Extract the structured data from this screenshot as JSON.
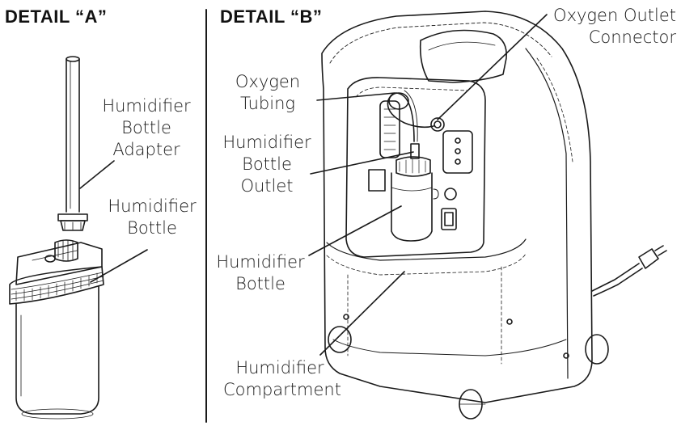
{
  "detail_a": {
    "heading": "DETAIL “A”",
    "labels": {
      "adapter": [
        "Humidifier",
        "Bottle",
        "Adapter"
      ],
      "bottle": [
        "Humidifier",
        "Bottle"
      ]
    }
  },
  "detail_b": {
    "heading": "DETAIL “B”",
    "labels": {
      "outlet_connector": [
        "Oxygen Outlet",
        "Connector"
      ],
      "tubing": [
        "Oxygen",
        "Tubing"
      ],
      "bottle_outlet": [
        "Humidifier",
        "Bottle",
        "Outlet"
      ],
      "bottle": [
        "Humidifier",
        "Bottle"
      ],
      "compartment": [
        "Humidifier",
        "Compartment"
      ]
    }
  }
}
